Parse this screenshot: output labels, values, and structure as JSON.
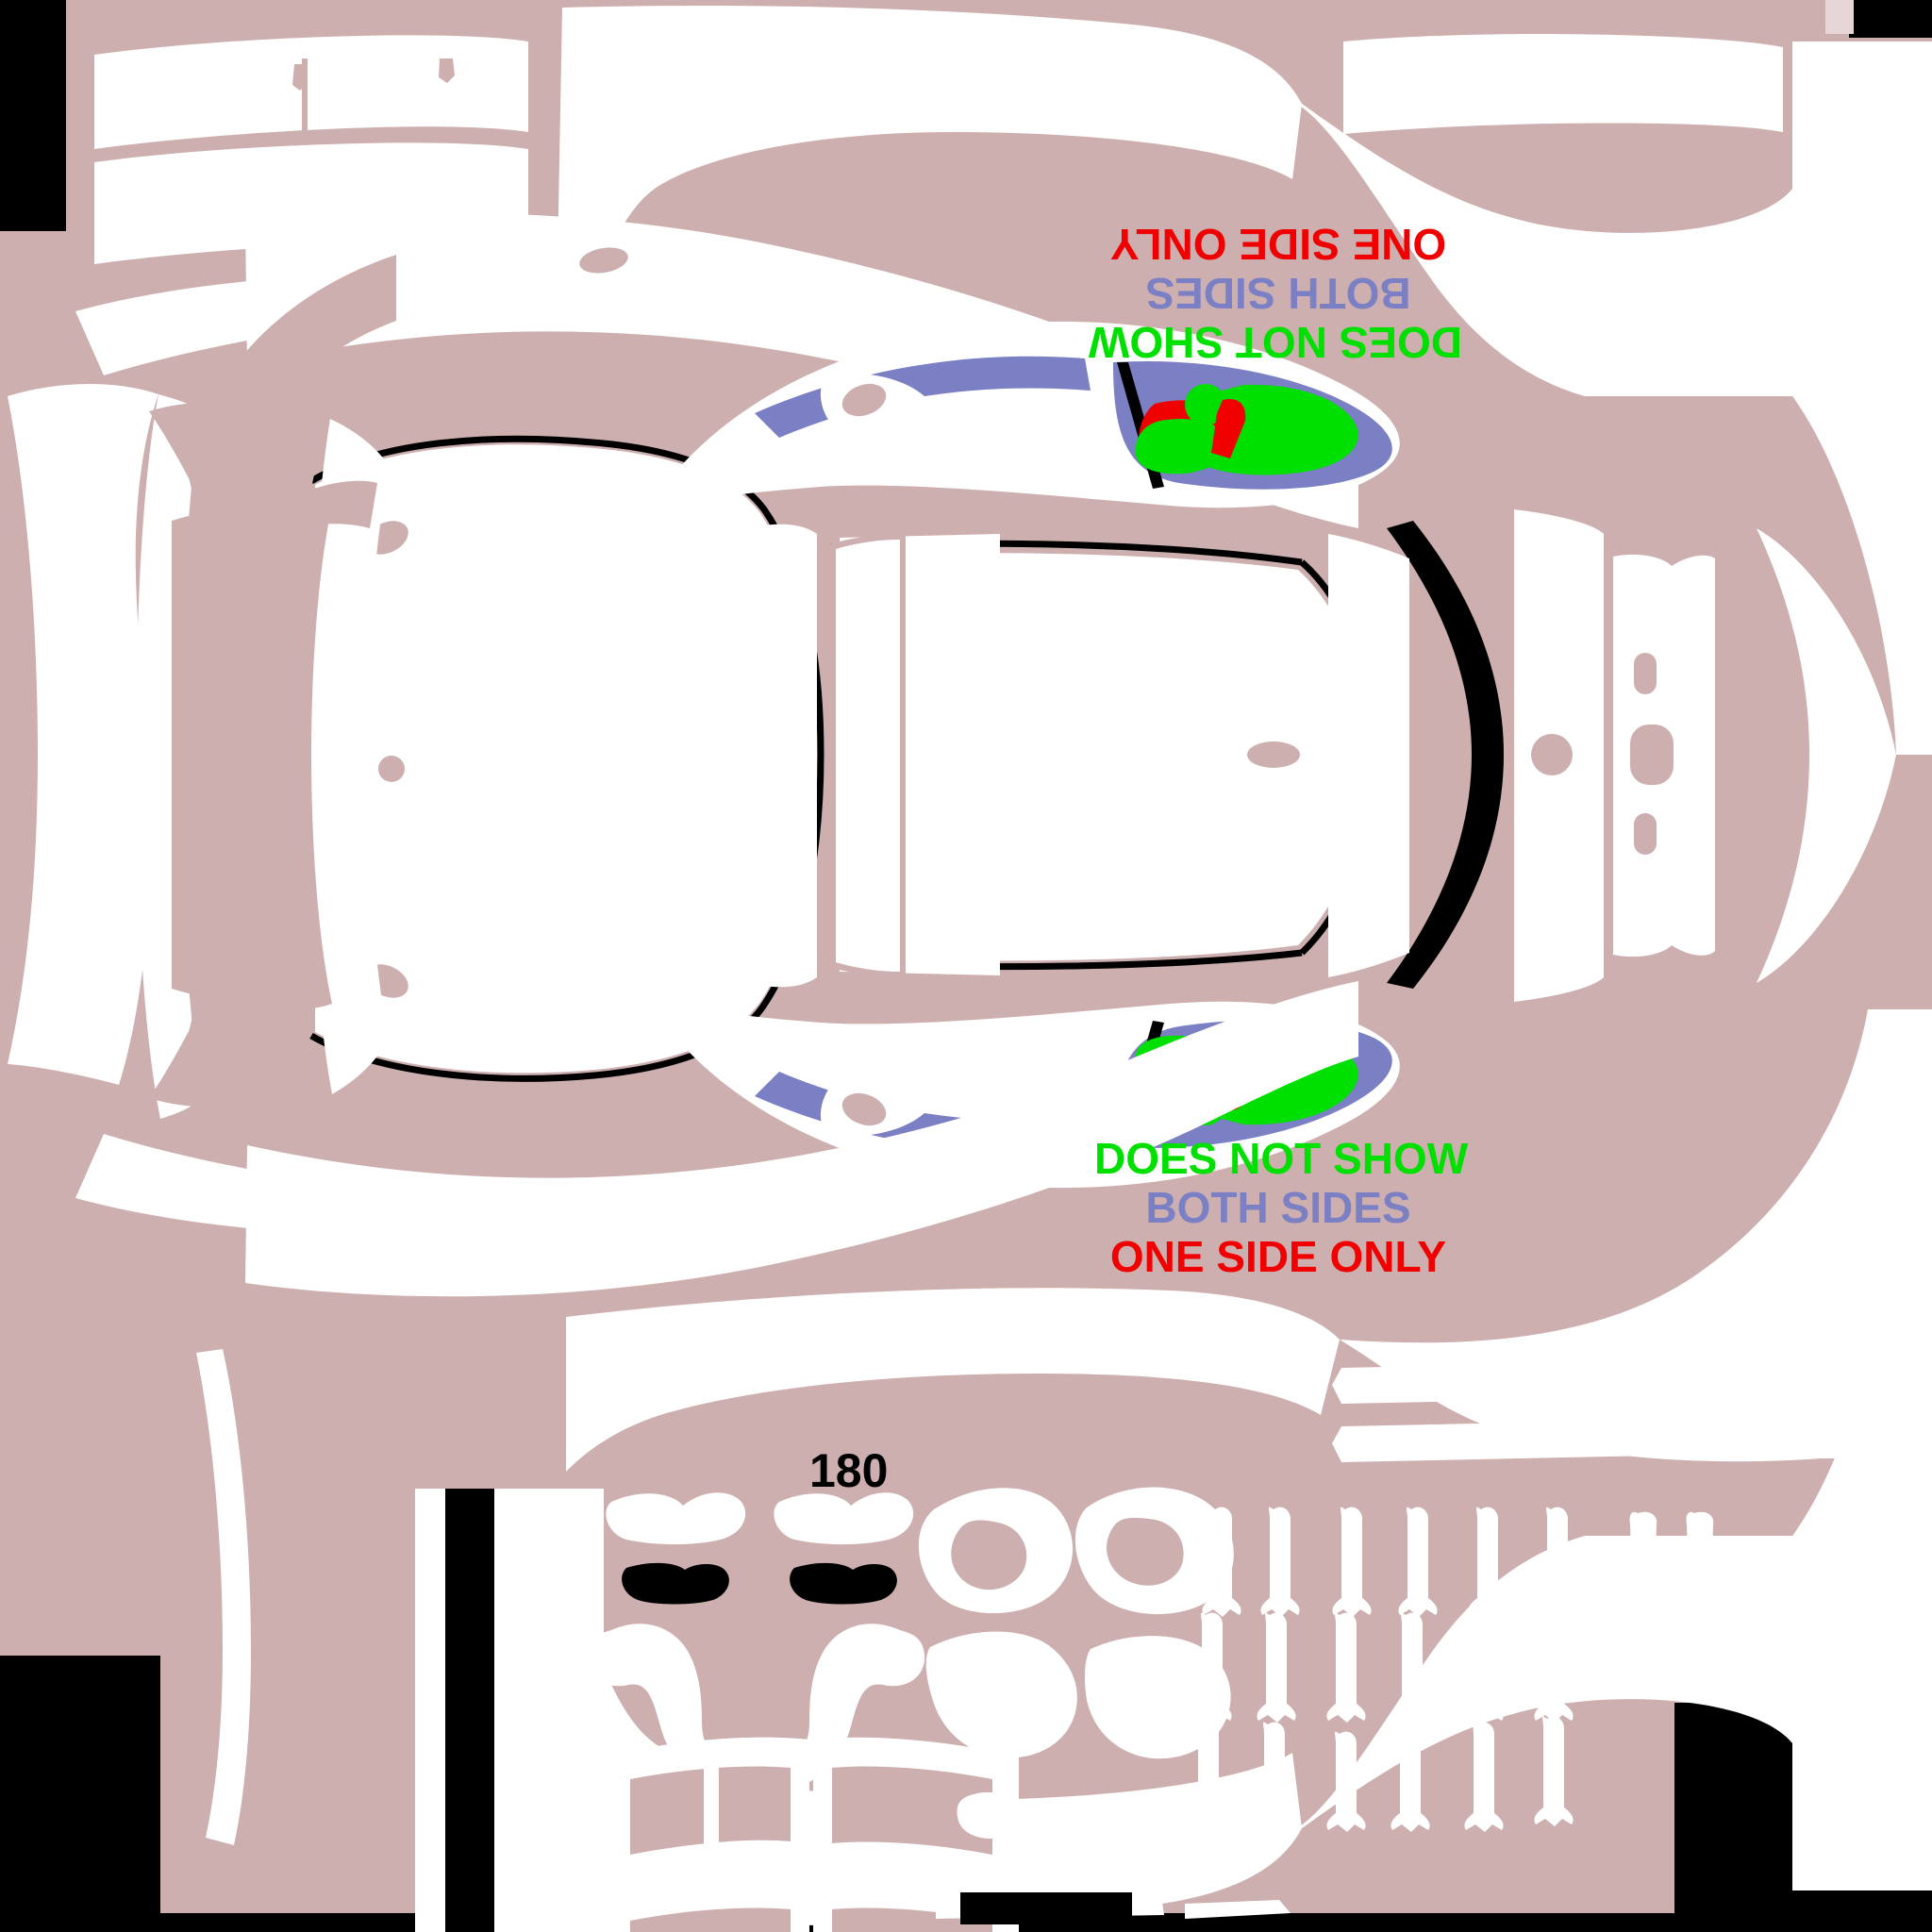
{
  "document": {
    "title": "RC Car Body Decal / Masking Template",
    "type": "vector-cut-template"
  },
  "colors": {
    "background": "#cdafaf",
    "cut_area": "#ffffff",
    "outline": "#000000",
    "mirror_blue": "#7b7fc4",
    "decal_green": "#00e000",
    "decal_red": "#f00000",
    "corner_block": "#000000",
    "corner_swatch": "#e7d6d6"
  },
  "annotations": {
    "bottom_block": {
      "orientation": "upright",
      "lines": [
        {
          "text": "DOES NOT SHOW",
          "color_key": "decal_green"
        },
        {
          "text": "BOTH SIDES",
          "color_key": "mirror_blue"
        },
        {
          "text": "ONE SIDE ONLY",
          "color_key": "decal_red"
        }
      ]
    },
    "top_block": {
      "orientation": "rotated-180",
      "lines": [
        {
          "text": "DOES NOT SHOW",
          "color_key": "decal_green"
        },
        {
          "text": "BOTH SIDES",
          "color_key": "mirror_blue"
        },
        {
          "text": "ONE SIDE ONLY",
          "color_key": "decal_red"
        }
      ]
    }
  },
  "markings": {
    "scale_number": "180"
  },
  "legend": {
    "does_not_show": "DOES NOT SHOW",
    "both_sides": "BOTH SIDES",
    "one_side_only": "ONE SIDE ONLY"
  },
  "parts": {
    "top_strips": 2,
    "stripe_block": {
      "bands": [
        "white",
        "black",
        "white"
      ]
    },
    "mirror_pods": 2,
    "grille_frames": 2,
    "long_bars": 2,
    "small_decal_rows": 3,
    "comb_parts_rows": 3
  }
}
